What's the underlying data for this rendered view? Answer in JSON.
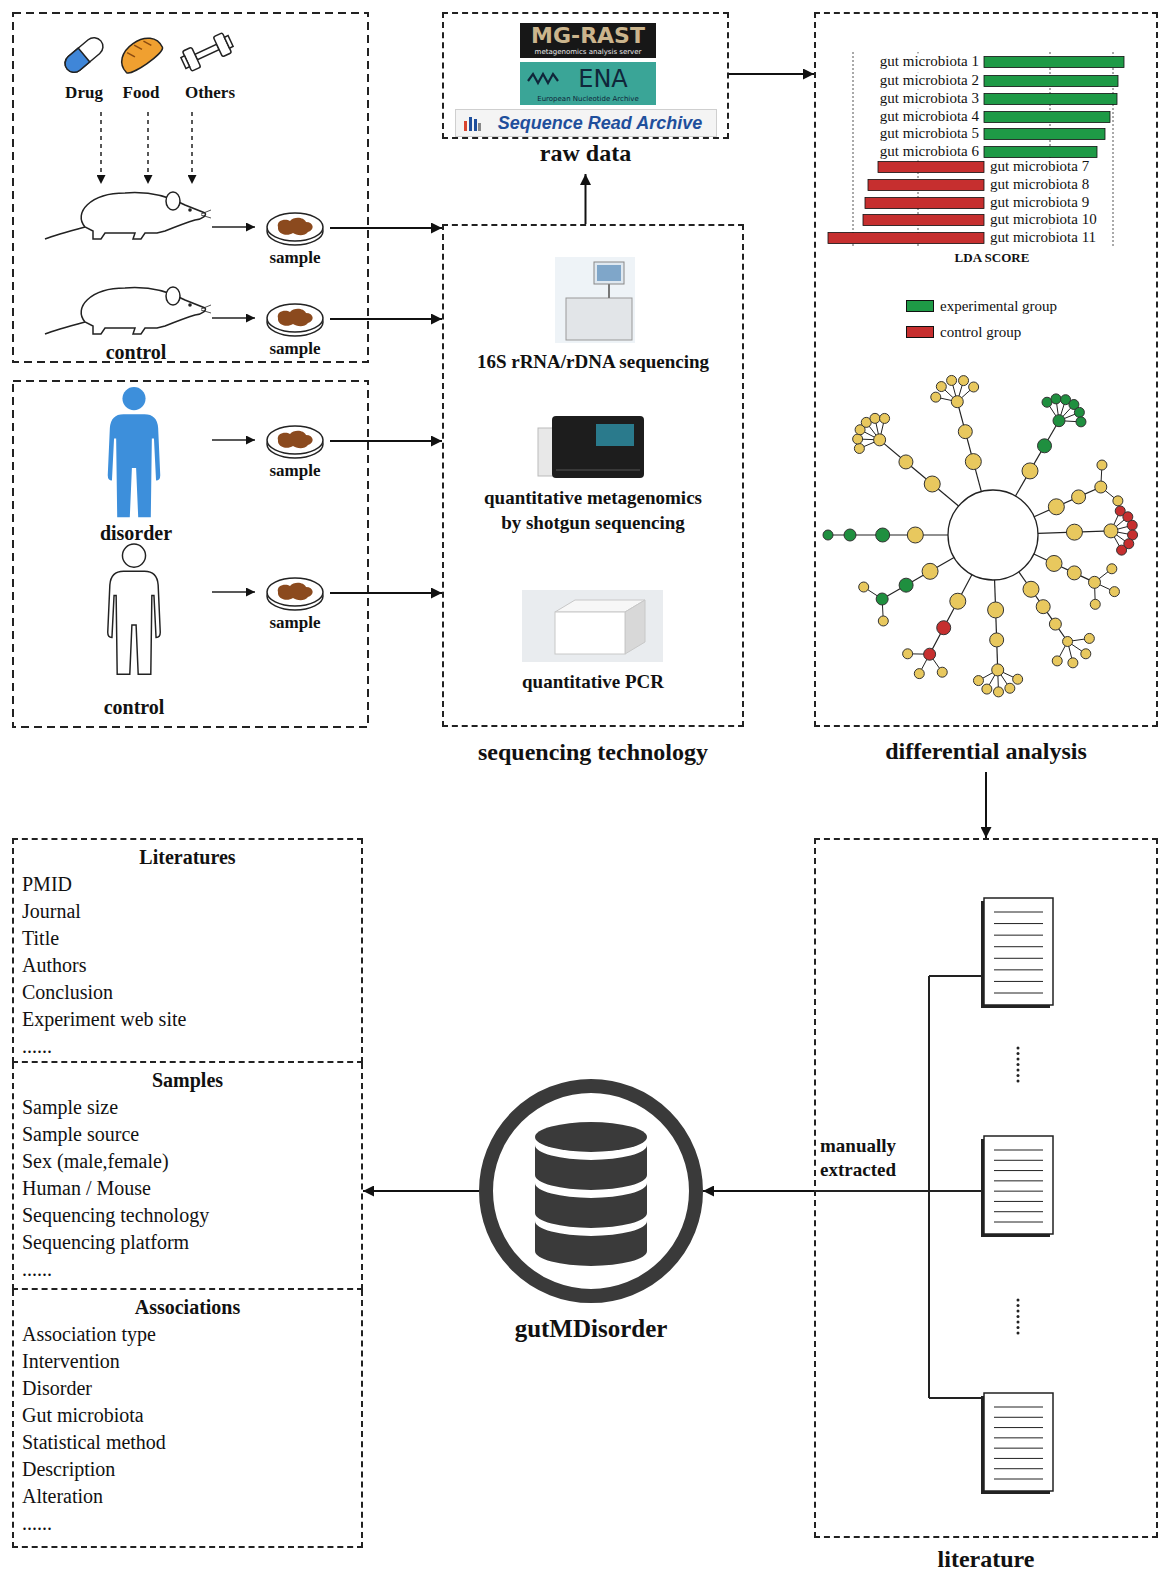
{
  "diagram": {
    "nodes": [
      {
        "text": [
          "sample"
        ]
      },
      {
        "text": [
          "sample"
        ]
      },
      {
        "text": [
          "sample"
        ]
      },
      {
        "text": [
          "sample"
        ]
      },
      {
        "text": [
          "raw data"
        ]
      },
      {
        "text": [
          "MG-RAST",
          "metagenomics analysis server"
        ],
        "in": 4
      },
      {
        "text": [
          "ENA",
          "European Nucleotide Archive"
        ],
        "in": 4
      },
      {
        "text": [
          "Sequence Read Archive"
        ],
        "in": 4
      },
      {
        "text": [
          "16S rRNA/rDNA sequencing",
          "quantitative metagenomics by shotgun sequencing",
          "quantitative PCR",
          "sequencing technology"
        ]
      },
      {
        "text": [
          "differential analysis"
        ]
      },
      {
        "text": [
          "literature"
        ]
      },
      {
        "text": [
          "gutMDisorder"
        ]
      },
      {
        "text": [
          "Literatures",
          "PMID",
          "Journal",
          "Title",
          "Authors",
          "Conclusion",
          "Experiment web site",
          "......"
        ]
      },
      {
        "text": [
          "Samples",
          "Sample size",
          "Sample source",
          "Sex (male,female)",
          "Human / Mouse",
          "Sequencing technology",
          "Sequencing platform",
          "......"
        ]
      },
      {
        "text": [
          "Associations",
          "Association type",
          "Intervention",
          "Disorder",
          "Gut microbiota",
          "Statistical method",
          "Description",
          "Alteration",
          "......"
        ]
      }
    ],
    "edges": [
      {
        "from": 0,
        "to": 8,
        "arrow": "to"
      },
      {
        "from": 1,
        "to": 8,
        "arrow": "to"
      },
      {
        "from": 2,
        "to": 8,
        "arrow": "to"
      },
      {
        "from": 3,
        "to": 8,
        "arrow": "to"
      },
      {
        "from": 8,
        "to": 4,
        "arrow": "to"
      },
      {
        "from": 4,
        "to": 9,
        "arrow": "to"
      },
      {
        "from": 9,
        "to": 10,
        "arrow": "to"
      },
      {
        "from": 10,
        "to": 11,
        "label": "manually extracted",
        "arrow": "to"
      },
      {
        "from": 11,
        "to": 13,
        "arrow": "to"
      }
    ],
    "labels": [
      "Drug",
      "Food",
      "Others",
      "control",
      "disorder",
      "control",
      "gut microbiota 1",
      "gut microbiota 2",
      "gut microbiota 3",
      "gut microbiota 4",
      "gut microbiota 5",
      "gut microbiota 6",
      "gut microbiota 7",
      "gut microbiota 8",
      "gut microbiota 9",
      "gut microbiota 10",
      "gut microbiota 11",
      "LDA SCORE"
    ],
    "legend": [
      {
        "text": "experimental group",
        "color": "#1e9a46"
      },
      {
        "text": "control group",
        "color": "#c62f2f"
      }
    ]
  }
}
